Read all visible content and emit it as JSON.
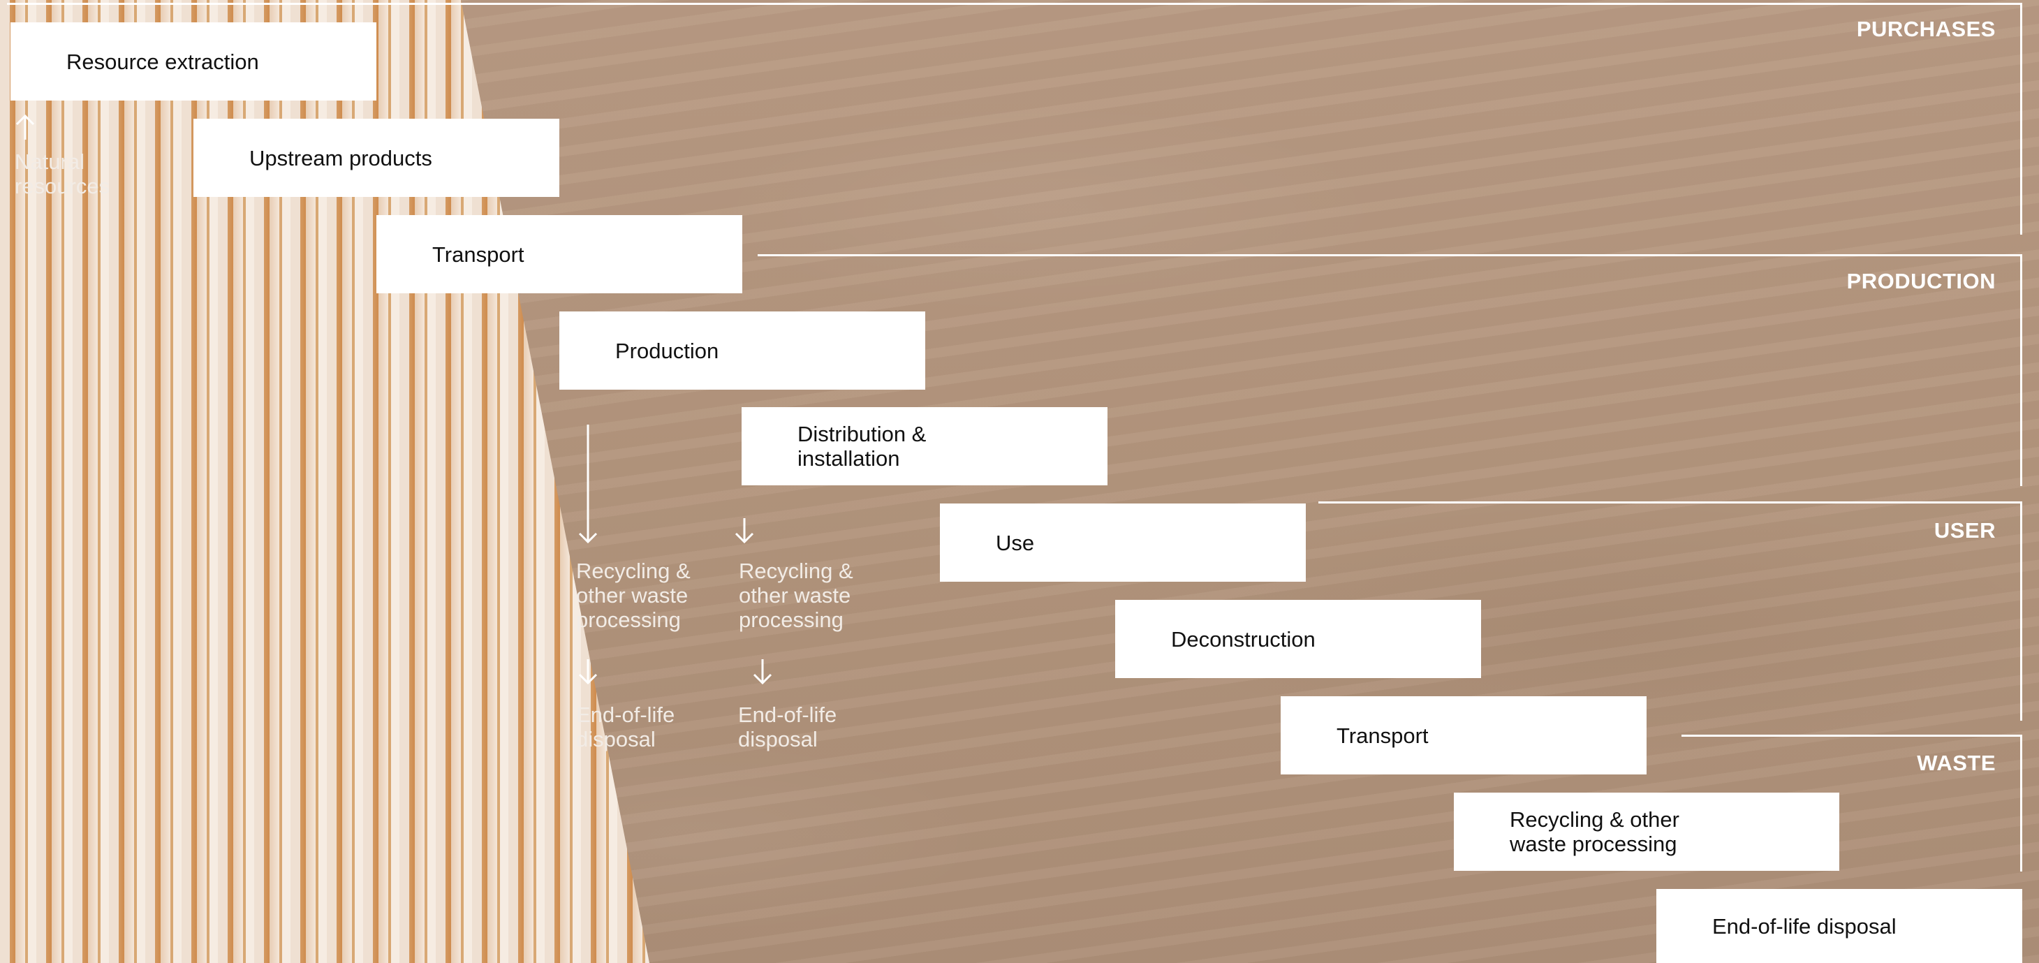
{
  "stages": {
    "purchases": "PURCHASES",
    "production": "PRODUCTION",
    "user": "USER",
    "waste": "WASTE"
  },
  "steps": [
    "Resource extraction",
    "Upstream products",
    "Transport",
    "Production",
    "Distribution & installation",
    "Use",
    "Deconstruction",
    "Transport",
    "Recycling & other waste processing",
    "End-of-life disposal"
  ],
  "natural_resources": "Natural resources",
  "side_flows": [
    {
      "recycling": "Recycling & other waste processing",
      "disposal": "End-of-life disposal"
    },
    {
      "recycling": "Recycling & other waste processing",
      "disposal": "End-of-life disposal"
    }
  ],
  "colors": {
    "background": "#b3957d",
    "box": "#ffffff",
    "line": "#ffffff"
  },
  "icons": [
    "arrow-up-icon",
    "arrow-down-icon"
  ]
}
